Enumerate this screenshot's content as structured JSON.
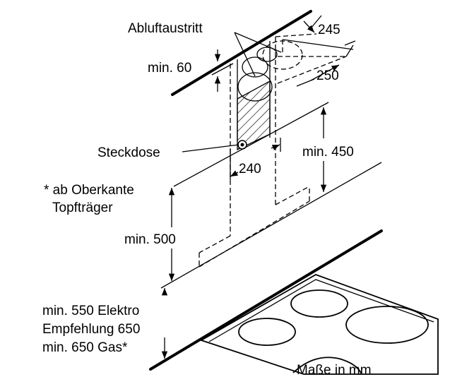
{
  "labels": {
    "abluftaustritt": "Abluftaustritt",
    "dim_245": "245",
    "dim_250": "250",
    "min_60": "min. 60",
    "steckdose": "Steckdose",
    "dim_240": "240",
    "min_450": "min. 450",
    "ab_oberkante_line1": "* ab Oberkante",
    "ab_oberkante_line2": "Topfträger",
    "min_500": "min. 500",
    "min_550_elektro": "min. 550 Elektro",
    "empfehlung_650": "Empfehlung 650",
    "min_650_gas": "min. 650 Gas*",
    "masse_in_mm": "Maße in mm"
  },
  "colors": {
    "ink": "#000000",
    "background": "#ffffff"
  }
}
